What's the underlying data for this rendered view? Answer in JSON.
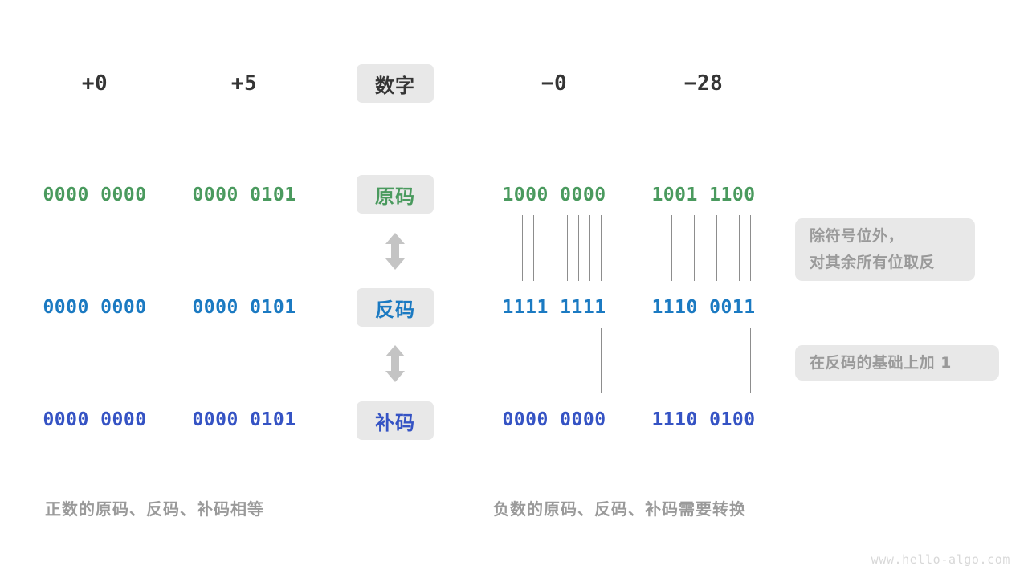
{
  "figure": {
    "watermark": "www.hello-algo.com",
    "colors": {
      "green": "#4a9a5e",
      "blue": "#1b7ac2",
      "indigo": "#3553c4",
      "dark": "#353535",
      "muted": "#9a9a9a",
      "chip_bg": "#e8e8e8",
      "tick": "#8d8d8d"
    }
  },
  "row_labels": [
    {
      "text": "数字",
      "style": "dark"
    },
    {
      "text": "原码",
      "style": "green"
    },
    {
      "text": "反码",
      "style": "blue"
    },
    {
      "text": "补码",
      "style": "indigo"
    }
  ],
  "headers": {
    "left": [
      "+0",
      "+5"
    ],
    "right": [
      "−0",
      "−28"
    ]
  },
  "rows": {
    "sign_magnitude": {
      "label": "原码",
      "color": "green",
      "left": [
        "0000 0000",
        "0000 0101"
      ],
      "right": [
        "1000 0000",
        "1001 1100"
      ]
    },
    "ones_complement": {
      "label": "反码",
      "color": "blue",
      "left": [
        "0000 0000",
        "0000 0101"
      ],
      "right": [
        "1111 1111",
        "1110 0011"
      ]
    },
    "twos_complement": {
      "label": "补码",
      "color": "indigo",
      "left": [
        "0000 0000",
        "0000 0101"
      ],
      "right": [
        "0000 0000",
        "1110 0100"
      ]
    }
  },
  "notes": [
    {
      "line1": "除符号位外，",
      "line2": "对其余所有位取反"
    },
    {
      "line1": "在反码的基础上加 1",
      "line2": ""
    }
  ],
  "captions": {
    "left": "正数的原码、反码、补码相等",
    "right": "负数的原码、反码、补码需要转换"
  }
}
